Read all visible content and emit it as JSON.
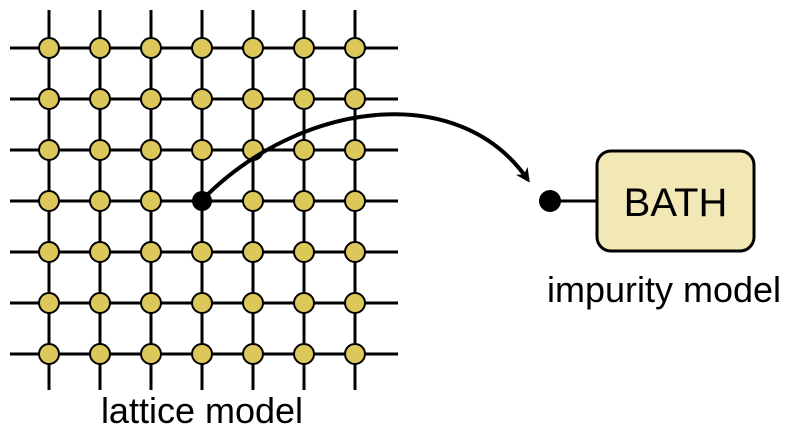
{
  "lattice": {
    "rows": 7,
    "cols": 7,
    "caption": "lattice model",
    "site_color": "#dcc75a",
    "selected_site": {
      "row": 3,
      "col": 3
    }
  },
  "impurity": {
    "bath_label": "BATH",
    "caption": "impurity model",
    "bath_fill": "#f2e8b5"
  },
  "colors": {
    "line": "#000000",
    "background": "#ffffff"
  }
}
